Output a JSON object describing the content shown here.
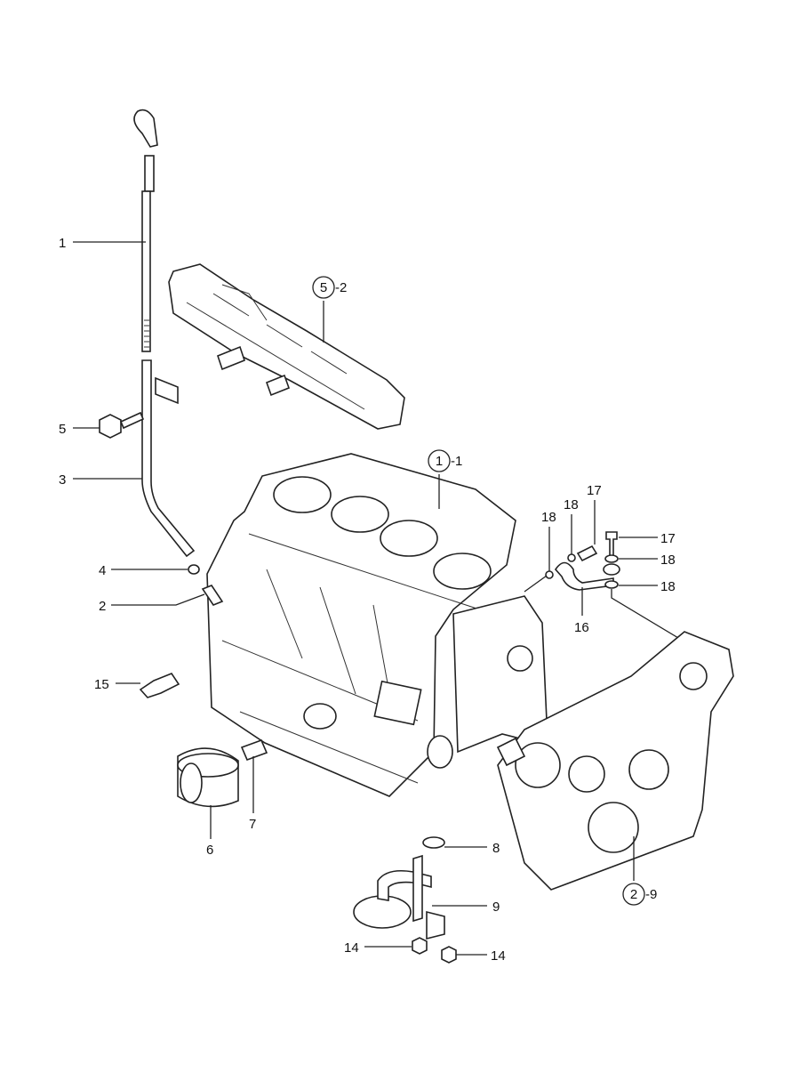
{
  "diagram": {
    "type": "exploded parts diagram",
    "callouts": {
      "dipstick": "1",
      "intake_manifold_ref": {
        "circled": "5",
        "suffix": "-2"
      },
      "bolt": "5",
      "dipstick_guide": "3",
      "cylinder_block_ref": {
        "circled": "1",
        "suffix": "-1"
      },
      "o_ring": "4",
      "joint": "2",
      "oil_pressure_switch": "15",
      "washer_a": "18",
      "washer_b": "18",
      "bolt_a": "17",
      "bolt_b": "17",
      "washer_c": "18",
      "washer_d": "18",
      "pipe": "16",
      "oil_filter": "6",
      "stud": "7",
      "o_ring_b": "8",
      "strainer": "9",
      "gear_case_ref": {
        "circled": "2",
        "suffix": "-9"
      },
      "bolt_c": "14",
      "bolt_d": "14"
    }
  }
}
